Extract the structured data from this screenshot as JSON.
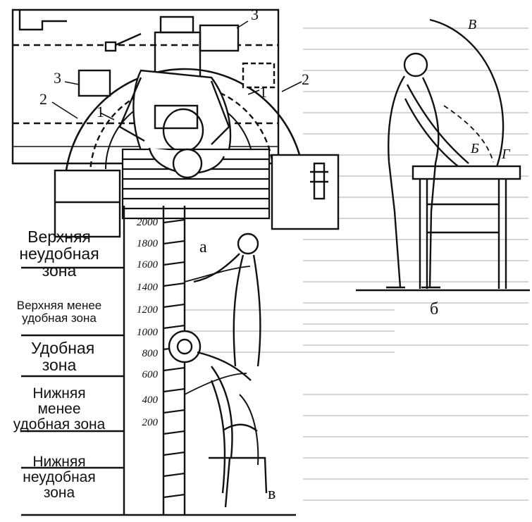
{
  "figure_a": {
    "panel_label": "а",
    "zone_labels": [
      "1",
      "2",
      "3",
      "1",
      "2",
      "3"
    ]
  },
  "figure_b": {
    "panel_label": "б",
    "point_labels": [
      "В",
      "Б",
      "Г"
    ]
  },
  "figure_v": {
    "panel_label": "в",
    "zones": [
      "Верхняя неудобная зона",
      "Верхняя менее удобная зона",
      "Удобная зона",
      "Нижняя менее удобная зона",
      "Нижняя неудобная зона"
    ],
    "scale_ticks": [
      "2000",
      "1800",
      "1600",
      "1400",
      "1200",
      "1000",
      "800",
      "600",
      "400",
      "200"
    ]
  },
  "colors": {
    "ink": "#111111",
    "faint": "#9a9a9a"
  }
}
